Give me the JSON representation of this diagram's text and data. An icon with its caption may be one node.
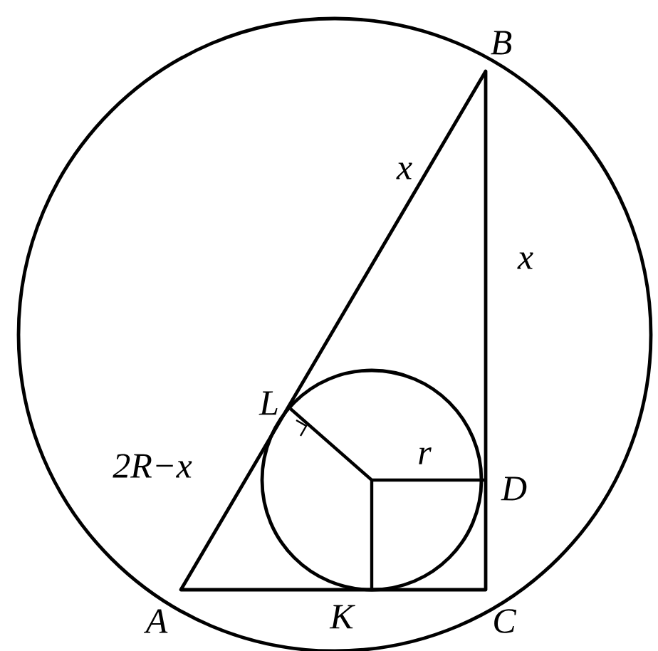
{
  "diagram": {
    "labels": [
      "B",
      "x",
      "x",
      "L",
      "r",
      "2R−x",
      "D",
      "A",
      "K",
      "C"
    ]
  }
}
